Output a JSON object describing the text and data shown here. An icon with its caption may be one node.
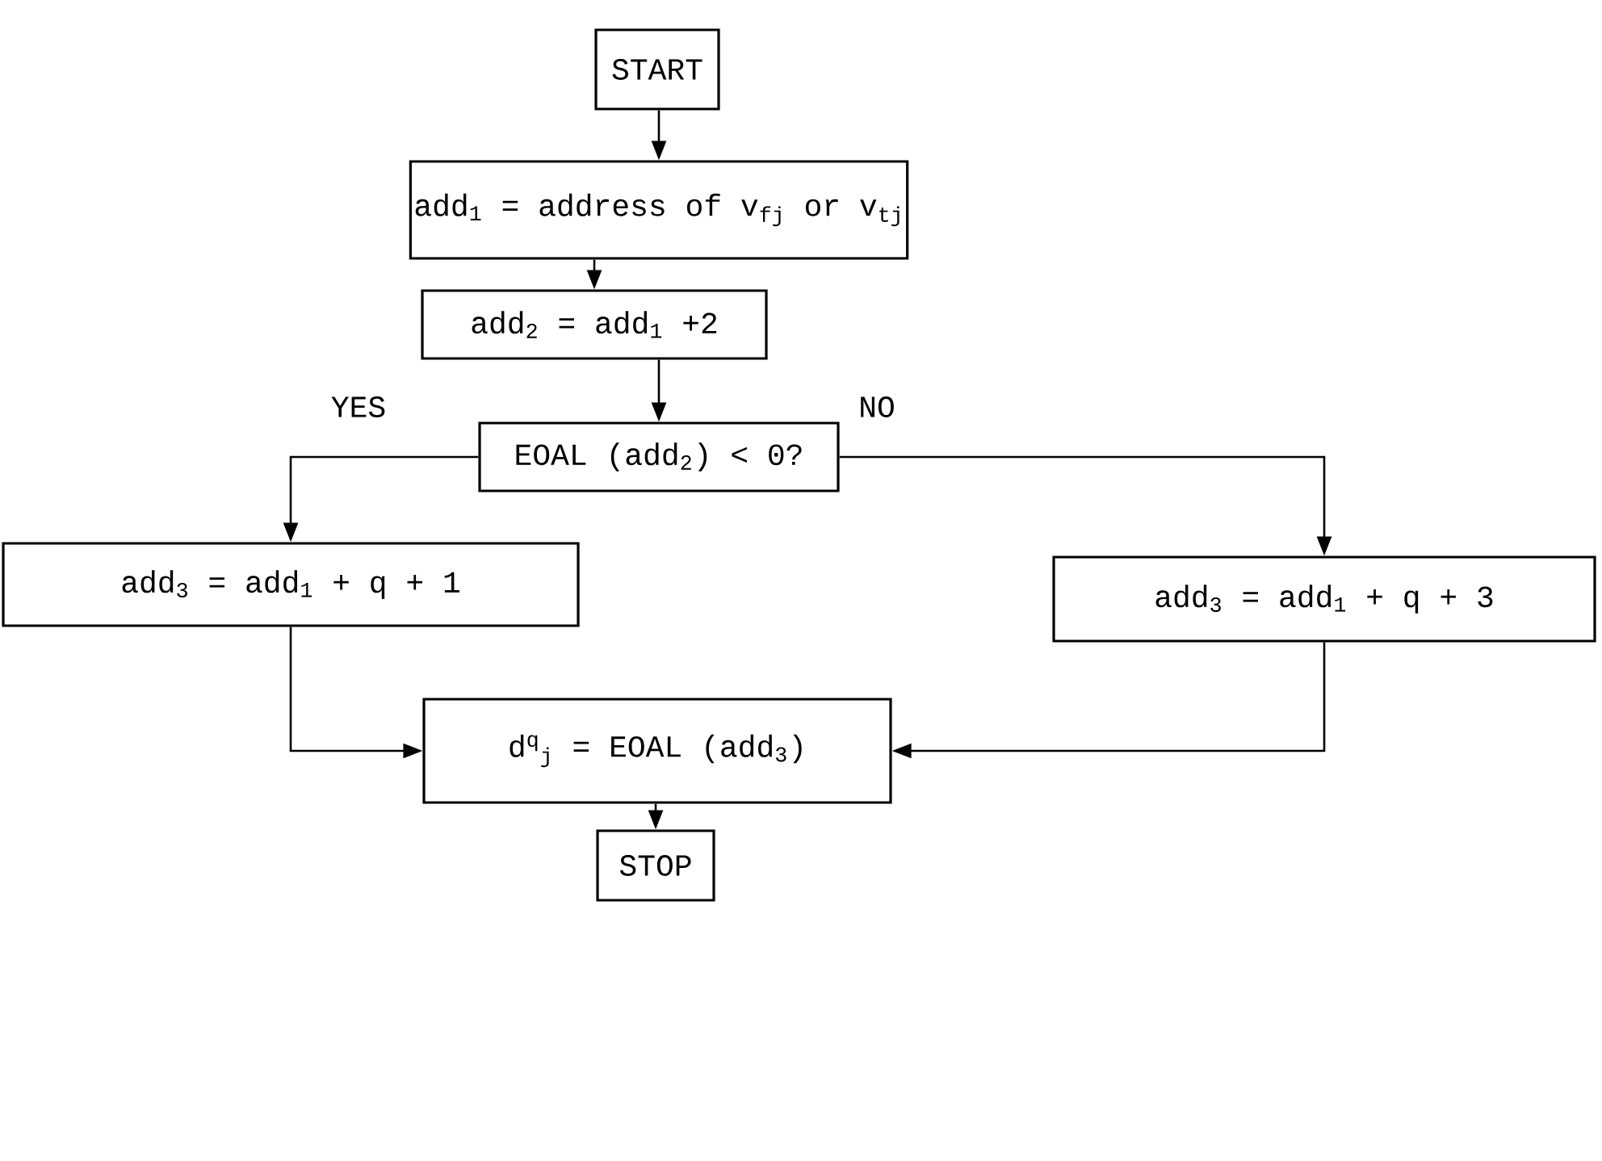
{
  "diagram": {
    "nodes": [
      {
        "text": [
          "START"
        ]
      },
      {
        "text": [
          "add$_{1}$ = address of v$_{fj}$ or v$_{tj}$"
        ]
      },
      {
        "text": [
          "add$_{2}$ = add$_{1}$ +2"
        ]
      },
      {
        "text": [
          "EOAL (add$_{2}$) < 0?"
        ]
      },
      {
        "text": [
          "add$_{3}$ = add$_{1}$ + q + 1"
        ]
      },
      {
        "text": [
          "add$_{3}$ = add$_{1}$ + q + 3"
        ]
      },
      {
        "text": [
          "d$^{q}$$_{j}$ = EOAL (add$_{3}$)"
        ]
      },
      {
        "text": [
          "STOP"
        ]
      }
    ],
    "edges": [
      {
        "from": 0,
        "to": 1,
        "arrow": "to"
      },
      {
        "from": 1,
        "to": 2,
        "arrow": "to"
      },
      {
        "from": 2,
        "to": 3,
        "arrow": "to"
      },
      {
        "from": 3,
        "to": 4,
        "arrow": "to",
        "label": "YES"
      },
      {
        "from": 3,
        "to": 5,
        "arrow": "to",
        "label": "NO"
      },
      {
        "from": 4,
        "to": 6,
        "arrow": "to"
      },
      {
        "from": 5,
        "to": 6,
        "arrow": "to"
      },
      {
        "from": 6,
        "to": 7,
        "arrow": "to"
      }
    ]
  }
}
